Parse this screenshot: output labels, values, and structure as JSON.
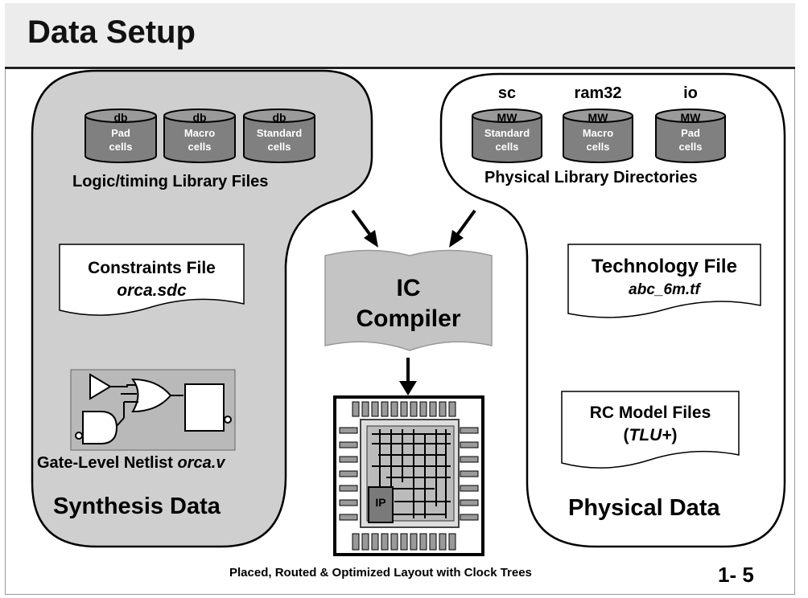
{
  "title": "Data Setup",
  "left_panel": {
    "libraries": [
      {
        "top": "db",
        "line1": "Pad",
        "line2": "cells"
      },
      {
        "top": "db",
        "line1": "Macro",
        "line2": "cells"
      },
      {
        "top": "db",
        "line1": "Standard",
        "line2": "cells"
      }
    ],
    "libraries_caption": "Logic/timing Library Files",
    "constraints_title": "Constraints File",
    "constraints_file": "orca.sdc",
    "netlist_caption_prefix": "Gate-Level Netlist ",
    "netlist_file": "orca.v",
    "panel_label": "Synthesis Data"
  },
  "right_panel": {
    "lib_names": [
      "sc",
      "ram32",
      "io"
    ],
    "libraries": [
      {
        "top": "MW",
        "line1": "Standard",
        "line2": "cells"
      },
      {
        "top": "MW",
        "line1": "Macro",
        "line2": "cells"
      },
      {
        "top": "MW",
        "line1": "Pad",
        "line2": "cells"
      }
    ],
    "libraries_caption": "Physical Library Directories",
    "tech_title": "Technology File",
    "tech_file": "abc_6m.tf",
    "rc_title": "RC Model Files",
    "rc_open": "(",
    "rc_file": "TLU+",
    "rc_close": ")",
    "panel_label": "Physical Data"
  },
  "center": {
    "tool_line1": "IC",
    "tool_line2": "Compiler",
    "ip_label": "IP",
    "layout_caption": "Placed, Routed & Optimized Layout with Clock Trees"
  },
  "page_number": "1- 5",
  "colors": {
    "panel_fill": "#cfcfcf",
    "cylinder_fill": "#808080",
    "tool_fill": "#c4c4c4",
    "title_bg": "#ececec"
  }
}
